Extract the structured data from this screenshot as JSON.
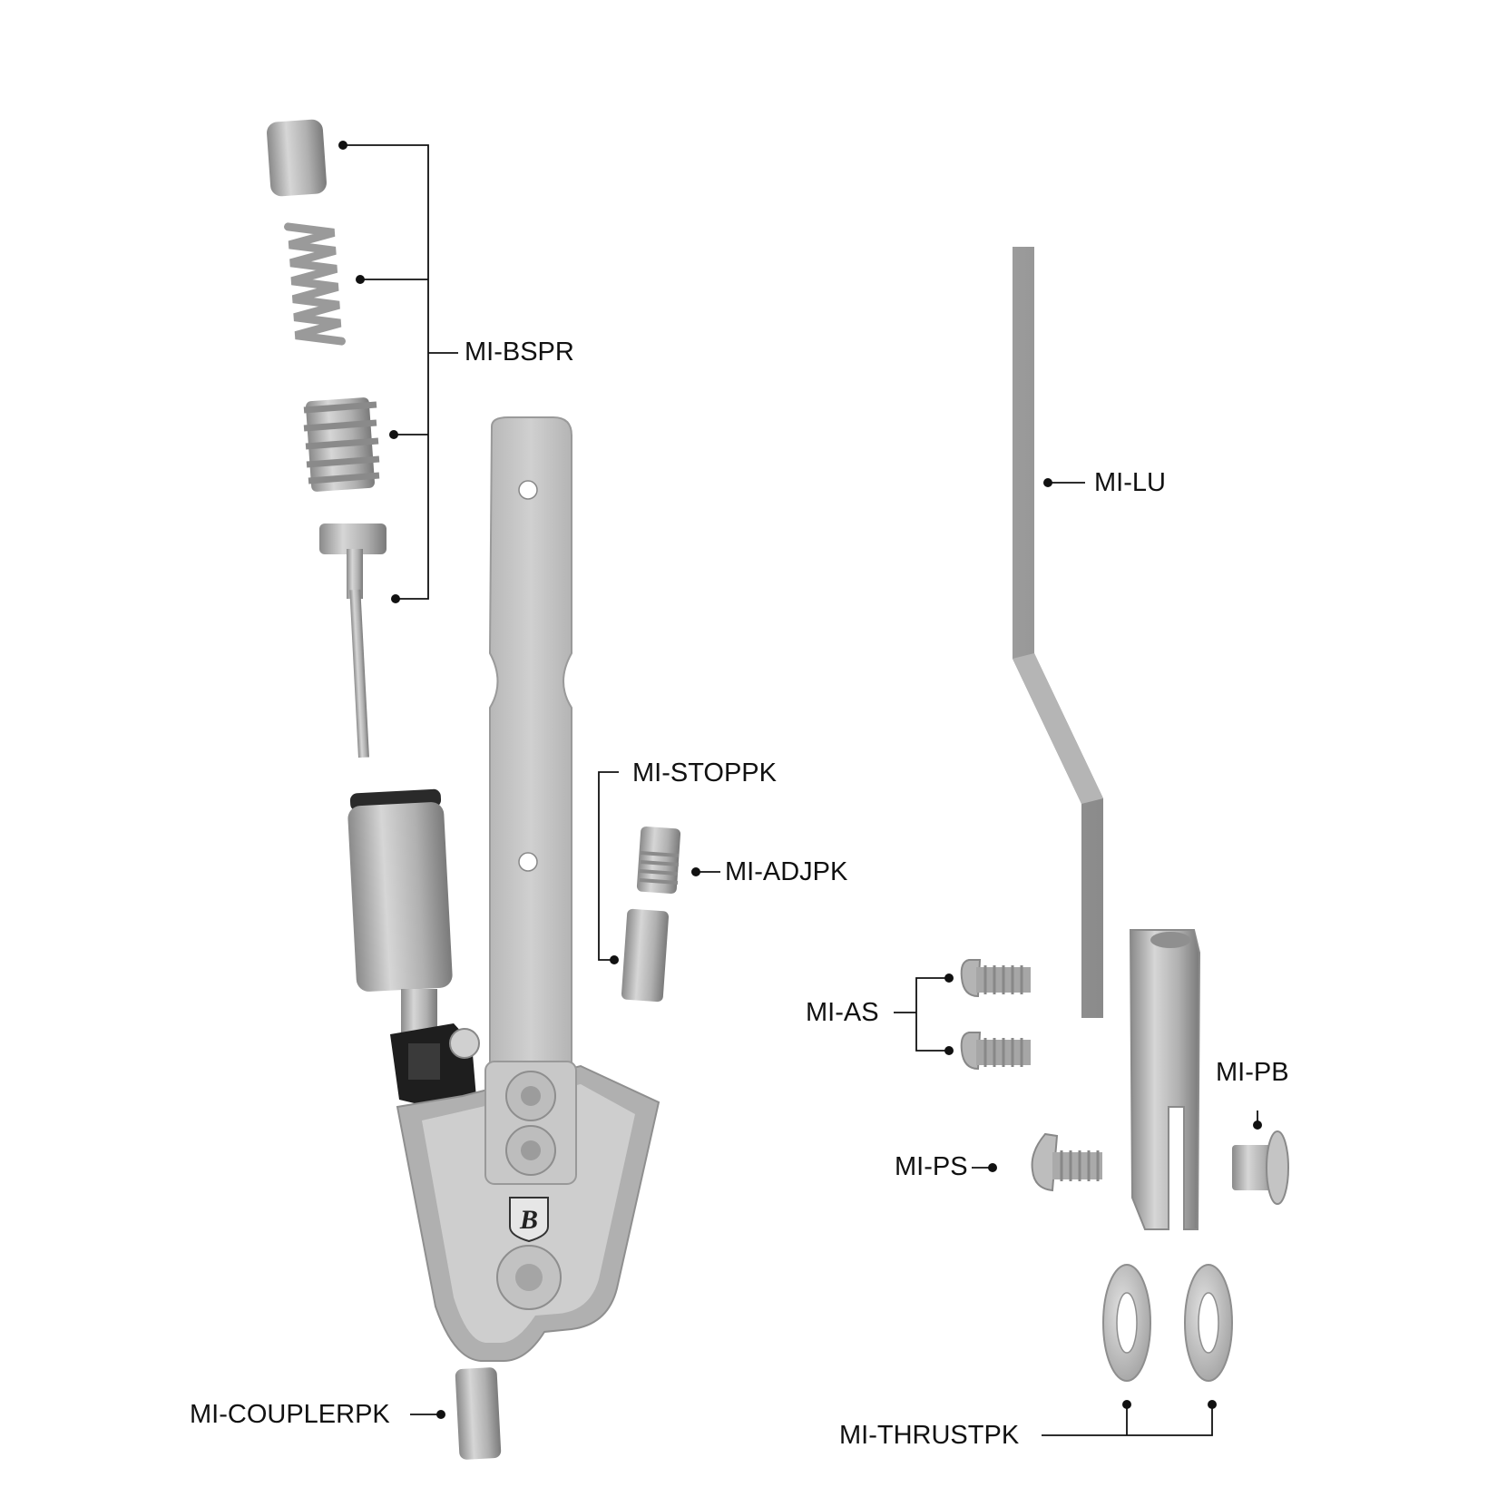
{
  "labels": {
    "bspr": "MI-BSPR",
    "lu": "MI-LU",
    "stoppk": "MI-STOPPK",
    "adjpk": "MI-ADJPK",
    "as": "MI-AS",
    "pb": "MI-PB",
    "ps": "MI-PS",
    "couplerpk": "MI-COUPLERPK",
    "thrustpk": "MI-THRUSTPK"
  },
  "logo": {
    "letter": "B"
  },
  "colors": {
    "part_light": "#c9c9c9",
    "part_mid": "#a8a8a8",
    "part_dark": "#7e7e7e",
    "leader": "#111111",
    "block_black": "#1e1e1e"
  }
}
